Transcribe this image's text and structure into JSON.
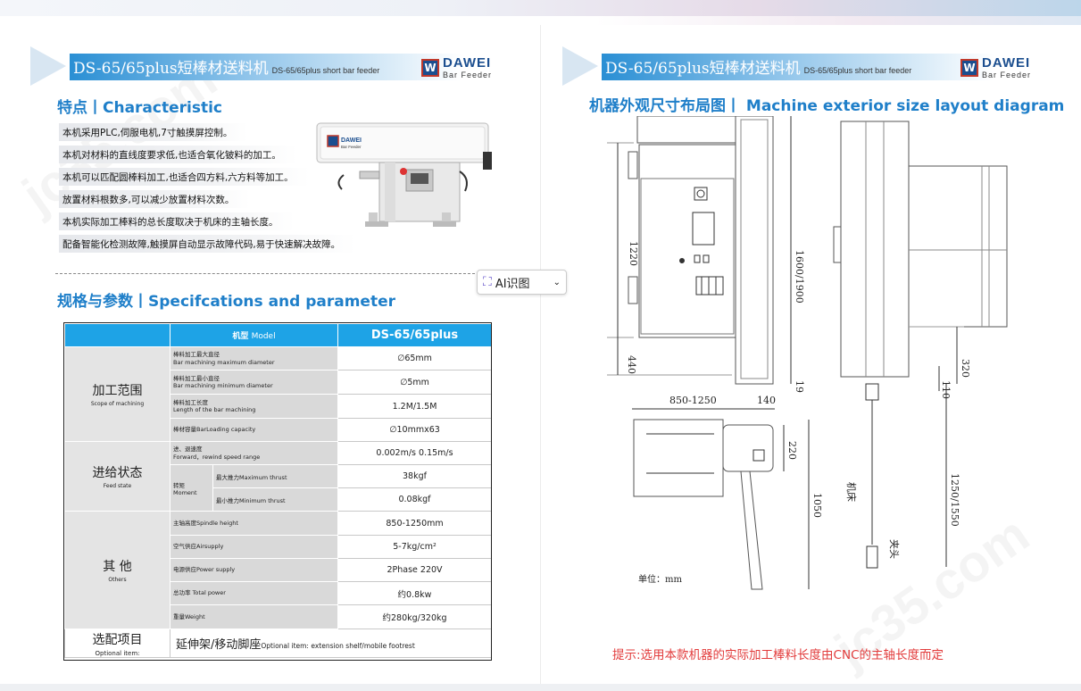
{
  "banner": {
    "title": "DS-65/65plus短棒材送料机",
    "subtitle": "DS-65/65plus short bar feeder",
    "logo_brand": "DAWEI",
    "logo_sub": "Bar Feeder",
    "logo_mark": "W"
  },
  "left": {
    "features_heading": "特点丨Characteristic",
    "features": [
      "本机采用PLC,伺服电机,7寸触摸屏控制。",
      "本机对材料的直线度要求低,也适合氧化铍料的加工。",
      "本机可以匹配圆棒料加工,也适合四方料,六方料等加工。",
      "放置材料根数多,可以减少放置材料次数。",
      "本机实际加工棒料的总长度取决于机床的主轴长度。",
      "配备智能化检测故障,触摸屏自动显示故障代码,易于快速解决故障。"
    ],
    "photo_logo_brand": "DAWEI",
    "photo_logo_sub": "Bar Feeder",
    "ai_button": "AI识图",
    "spec_heading": "规格与参数丨Specifcations and parameter",
    "table": {
      "header_model_cn": "机型",
      "header_model_en": "Model",
      "header_value": "DS-65/65plus",
      "groups": {
        "machining_cn": "加工范围",
        "machining_en": "Scope of machining",
        "feed_cn": "进给状态",
        "feed_en": "Feed state",
        "other_cn": "其 他",
        "other_en": "Others",
        "optional_cn": "选配项目",
        "optional_en": "Optional item:"
      },
      "rows": {
        "max_dia_cn": "棒料加工最大直径",
        "max_dia_en": "Bar machining maximum diameter",
        "max_dia_val": "∅65mm",
        "min_dia_cn": "棒料加工最小直径",
        "min_dia_en": "Bar machining minimum diameter",
        "min_dia_val": "∅5mm",
        "length_cn": "棒料加工长度",
        "length_en": "Length of the bar machining",
        "length_val": "1.2M/1.5M",
        "capacity_label": "棒材容量BarLoading capacity",
        "capacity_val": "∅10mmx63",
        "speed_cn": "进、退速度",
        "speed_en": "Forward，rewind speed range",
        "speed_val": "0.002m/s  0.15m/s",
        "moment_cn": "转矩",
        "moment_en": "Moment",
        "max_thrust_label": "最大推力Maximum thrust",
        "max_thrust_val": "38kgf",
        "min_thrust_label": "最小推力Minimum thrust",
        "min_thrust_val": "0.08kgf",
        "spindle_label": "主轴高度Spindle height",
        "spindle_val": "850-1250mm",
        "air_label": "空气供应Airsupply",
        "air_val": "5-7kg/cm²",
        "power_label": "电源供应Power supply",
        "power_val": "2Phase 220V",
        "total_power_label": "总功率 Total power",
        "total_power_val": "约0.8kw",
        "weight_label": "重量Weight",
        "weight_val": "约280kg/320kg",
        "optional_cn": "延伸架/移动脚座",
        "optional_en": "Optional item: extension shelf/mobile footrest"
      }
    }
  },
  "right": {
    "heading": "机器外观尺寸布局图丨 Machine exterior size layout diagram",
    "dims": {
      "d1220": "1220",
      "d440": "440",
      "d1600": "1600/1900",
      "d19": "19",
      "d320": "320",
      "d110": "110",
      "d850": "850-1250",
      "d140": "140",
      "d220": "220",
      "d1050": "1050",
      "d1250": "1250/1550",
      "lathe": "机床",
      "chuck": "夹头"
    },
    "unit": "单位：mm",
    "tip": "提示:选用本款机器的实际加工棒料长度由CNC的主轴长度而定"
  },
  "colors": {
    "accent_blue": "#1f7fc9",
    "table_header": "#1ea3e6",
    "tip_red": "#e23b3b"
  }
}
